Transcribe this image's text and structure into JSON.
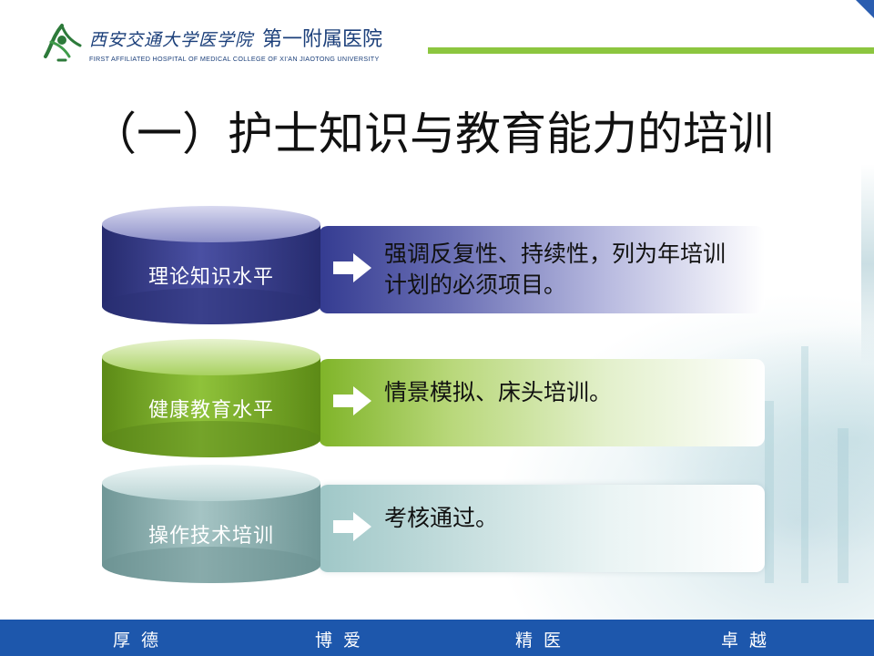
{
  "header": {
    "school_cn": "西安交通大学医学院",
    "hospital_cn": "第一附属医院",
    "hospital_en": "FIRST AFFILIATED HOSPITAL OF MEDICAL COLLEGE OF XI'AN JIAOTONG UNIVERSITY"
  },
  "slide": {
    "title": "（一）护士知识与教育能力的培训",
    "rows": [
      {
        "label": "理论知识水平",
        "text": "强调反复性、持续性，列为年培训计划的必须项目。",
        "color": "#343b91"
      },
      {
        "label": "健康教育水平",
        "text": "情景模拟、床头培训。",
        "color": "#7fb428"
      },
      {
        "label": "操作技术培训",
        "text": "考核通过。",
        "color": "#8fb3b3"
      }
    ]
  },
  "footer": {
    "items": [
      "厚德",
      "博爱",
      "精医",
      "卓越"
    ]
  },
  "colors": {
    "brand_blue": "#1d57ac",
    "accent_green": "#8cc63f",
    "logo_blue": "#1b3f7a"
  },
  "icons": {
    "logo": "hospital-logo-icon",
    "arrow": "arrow-right-icon"
  }
}
